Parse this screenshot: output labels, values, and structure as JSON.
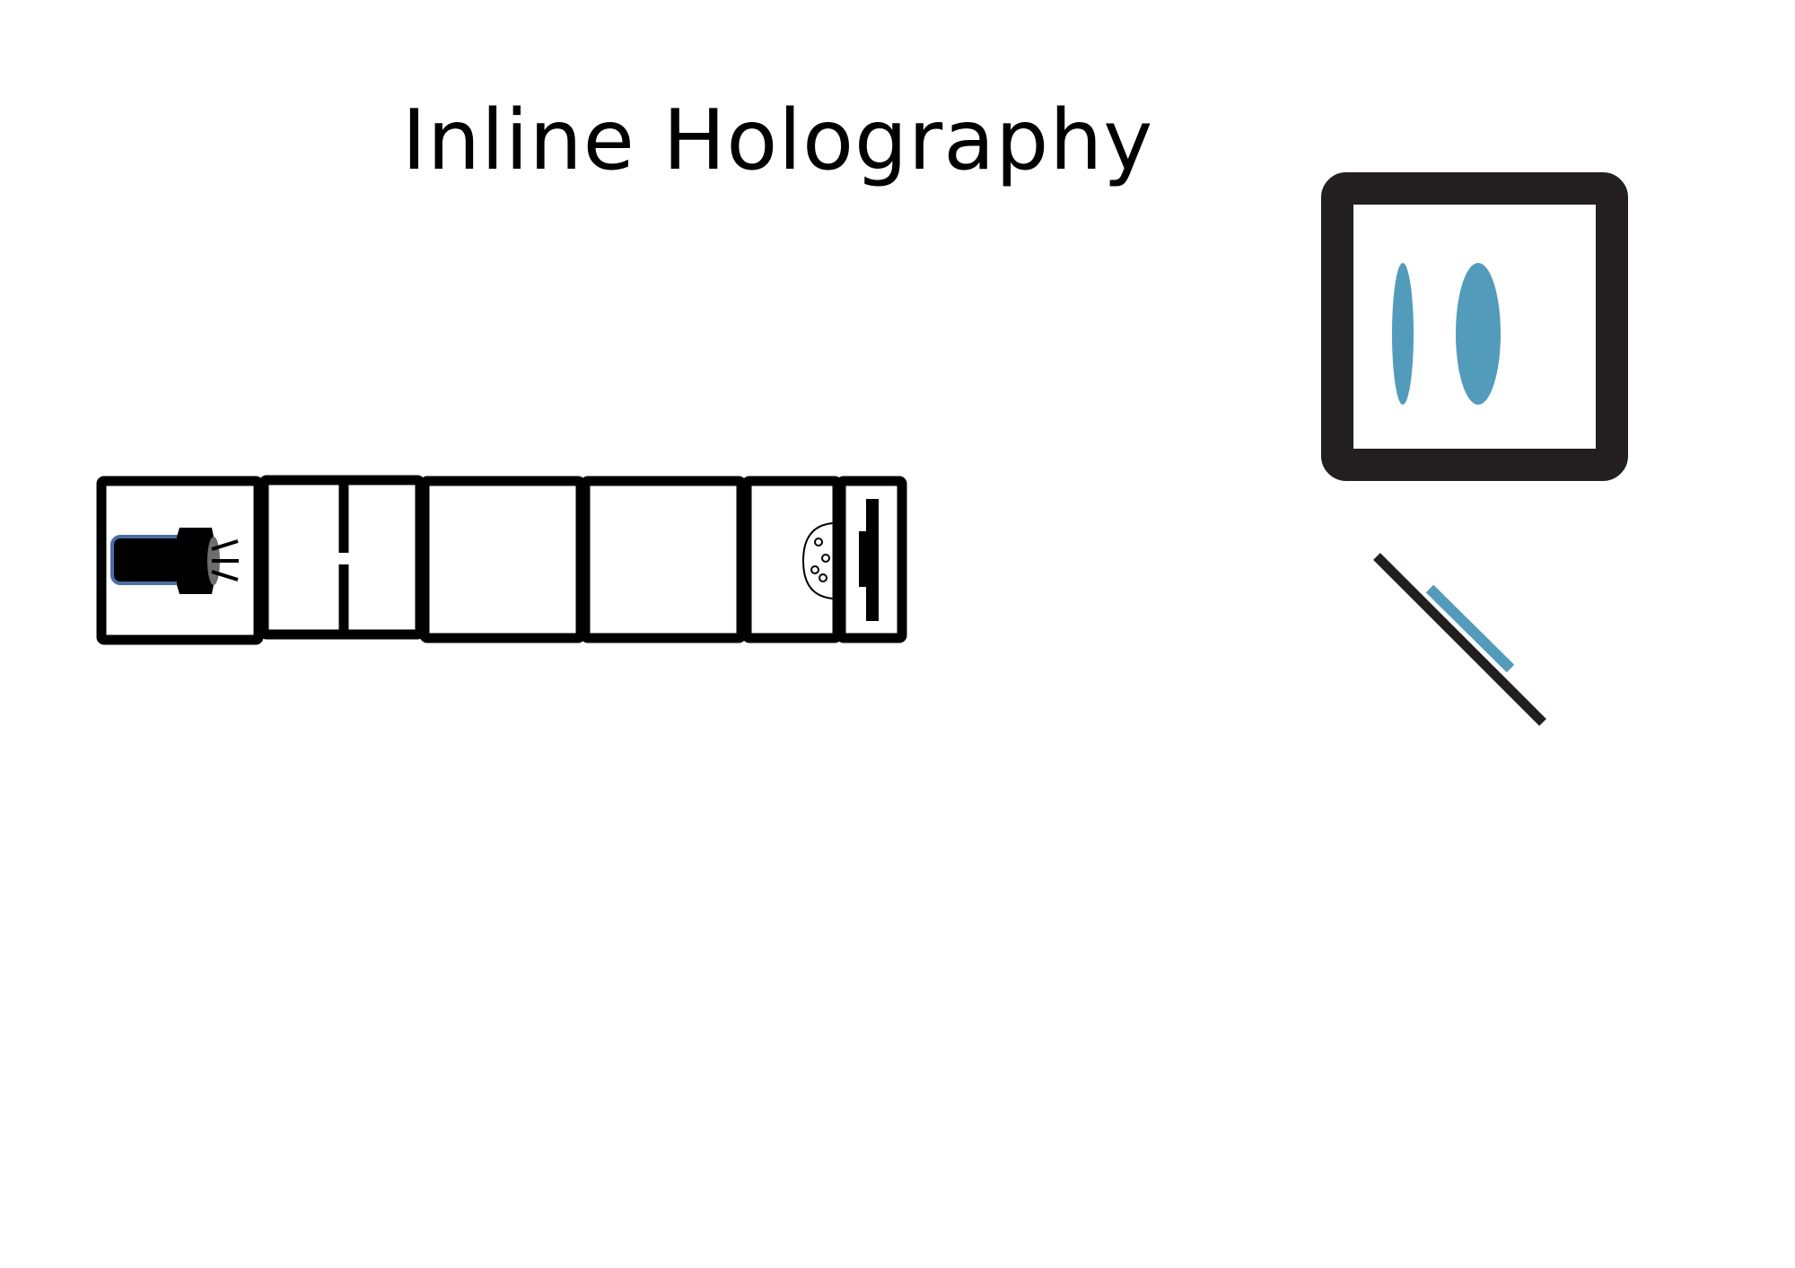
{
  "title": "Inline Holography",
  "colors": {
    "stroke": "#000000",
    "frame": "#231f20",
    "accent_blue": "#529bbb",
    "laser_sleeve": "#4a6fa5",
    "background": "#ffffff"
  },
  "components": {
    "laser": "laser-diode-icon",
    "pinhole": "pinhole-aperture",
    "sample": "sample-particles",
    "sensor": "image-sensor",
    "display": "hologram-display",
    "tilted_plate": "tilted-glass-plate"
  }
}
